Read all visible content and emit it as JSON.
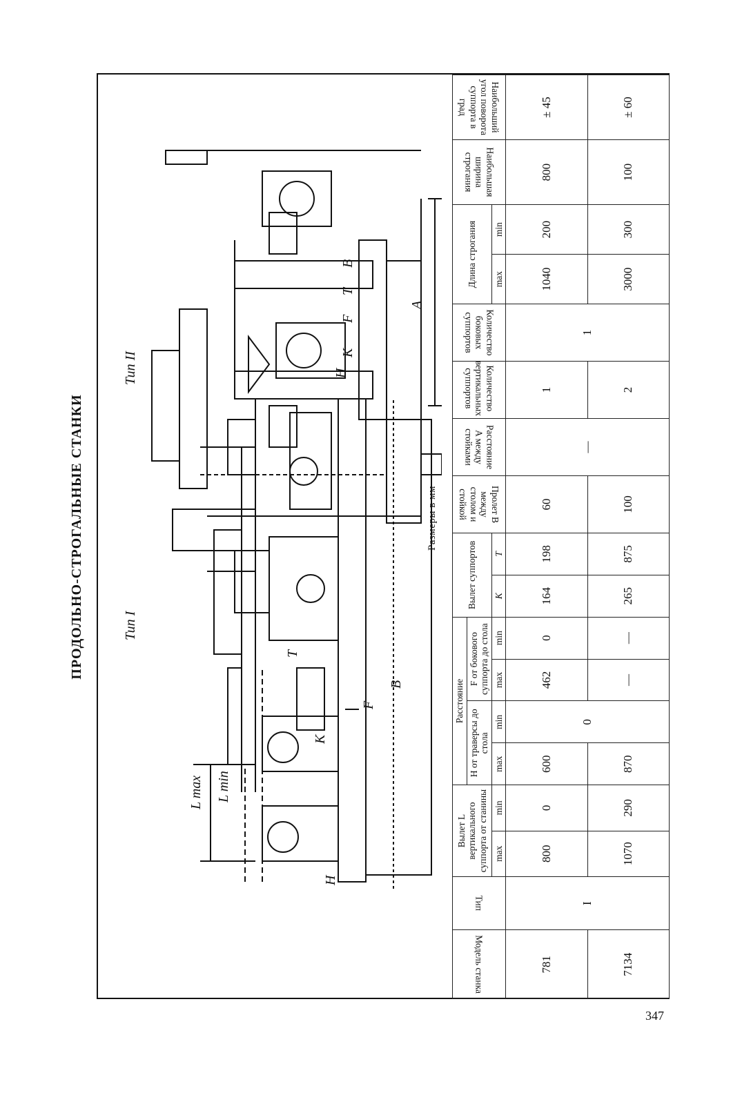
{
  "page": {
    "title": "ПРОДОЛЬНО-СТРОГАЛЬНЫЕ СТАНКИ",
    "page_number": "347",
    "sizes_note": "Размеры в мм"
  },
  "drawings": {
    "type1_label": "Тип I",
    "type2_label": "Тип II",
    "letters": {
      "lmax": "L max",
      "lmin": "L min",
      "h": "H",
      "k": "K",
      "t": "T",
      "f": "F",
      "b": "B",
      "a": "A"
    }
  },
  "table": {
    "headers": {
      "model": "Модель станка",
      "type": "Тип",
      "vylet_l": "Вылет L вертикального суппорта от станины",
      "rasstoyanie": "Расстояние",
      "h_group": "H от траверсы до стола",
      "f_group": "F от бокового суппорта до стола",
      "vylet_supp": "Вылет суппортов",
      "k": "K",
      "t": "T",
      "prolet": "Пролет B между столом и стойкой",
      "rasst_a": "Расстояние A между стойками",
      "vert_supp": "Количество вертикальных суппортов",
      "bok_supp": "Количество боковых суппортов",
      "dlina": "Длина строгания",
      "shirina": "Наибольшая ширина строгания",
      "ugol": "Наибольший угол поворота суппорта в град",
      "max": "max",
      "min": "min"
    },
    "rows": [
      {
        "model": "781",
        "type": "I",
        "l_max": "800",
        "l_min": "0",
        "h_max": "600",
        "h_min": "0",
        "f_max": "462",
        "f_min": "0",
        "k": "164",
        "t": "198",
        "b": "60",
        "a": "—",
        "vert": "1",
        "bok": "1",
        "len_max": "1040",
        "len_min": "200",
        "width": "800",
        "angle": "± 45"
      },
      {
        "model": "7134",
        "type": "",
        "l_max": "1070",
        "l_min": "290",
        "h_max": "870",
        "h_min": "",
        "f_max": "—",
        "f_min": "—",
        "k": "265",
        "t": "875",
        "b": "100",
        "a": "",
        "vert": "2",
        "bok": "",
        "len_max": "3000",
        "len_min": "300",
        "width": "100",
        "angle": "± 60"
      }
    ]
  }
}
